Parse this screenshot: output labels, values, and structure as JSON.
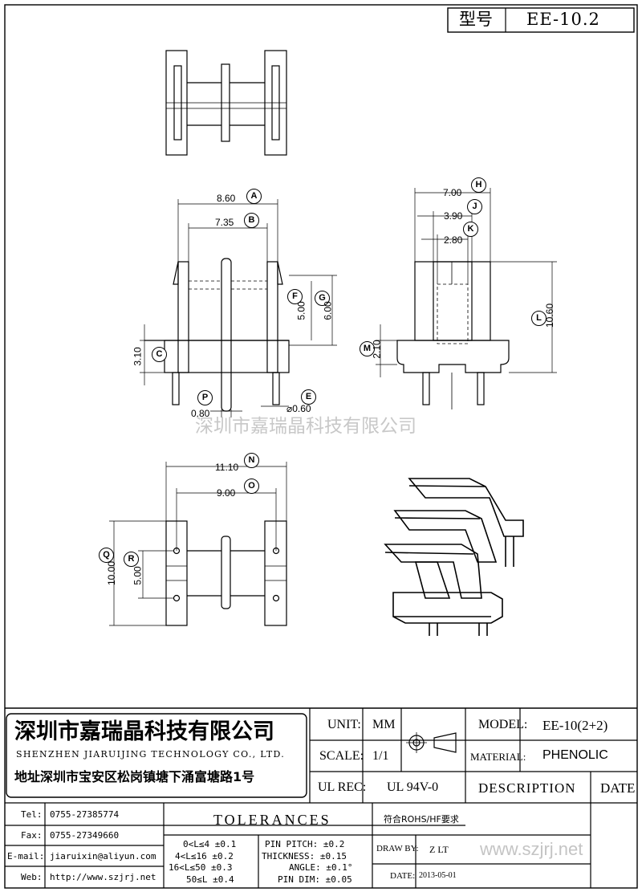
{
  "header": {
    "model_label": "型号",
    "model_value": "EE-10.2"
  },
  "watermark": "深圳市嘉瑞晶科技有限公司",
  "dims": {
    "A": {
      "letter": "A",
      "value": "8.60"
    },
    "B": {
      "letter": "B",
      "value": "7.35"
    },
    "C": {
      "letter": "C",
      "value": "3.10"
    },
    "E": {
      "letter": "E",
      "value": "⌀0.60"
    },
    "F": {
      "letter": "F",
      "value": "5.00"
    },
    "G": {
      "letter": "G",
      "value": "6.00"
    },
    "H": {
      "letter": "H",
      "value": "7.00"
    },
    "J": {
      "letter": "J",
      "value": "3.90"
    },
    "K": {
      "letter": "K",
      "value": "2.80"
    },
    "L": {
      "letter": "L",
      "value": "10.60"
    },
    "M": {
      "letter": "M",
      "value": "2.10"
    },
    "N": {
      "letter": "N",
      "value": "11.10"
    },
    "O": {
      "letter": "O",
      "value": "9.00"
    },
    "P": {
      "letter": "P",
      "value": "0.80"
    },
    "Q": {
      "letter": "Q",
      "value": "10.00"
    },
    "R": {
      "letter": "R",
      "value": "5.00"
    }
  },
  "company": {
    "name_cn": "深圳市嘉瑞晶科技有限公司",
    "name_en": "SHENZHEN JIARUIJING TECHNOLOGY CO., LTD.",
    "address": "地址深圳市宝安区松岗镇塘下涌富塘路1号"
  },
  "contacts": [
    {
      "label": "Tel:",
      "value": "0755-27385774"
    },
    {
      "label": "Fax:",
      "value": "0755-27349660"
    },
    {
      "label": "E-mail:",
      "value": "jiaruixin@aliyun.com"
    },
    {
      "label": "Web:",
      "value": "http://www.szjrj.net"
    }
  ],
  "title_block": {
    "unit_label": "UNIT:",
    "unit_value": "MM",
    "scale_label": "SCALE:",
    "scale_value": "1/1",
    "model_label": "MODEL:",
    "model_value": "EE-10(2+2)",
    "material_label": "MATERIAL:",
    "material_value": "PHENOLIC",
    "ulrec_label": "UL REC:",
    "ulrec_value": "UL 94V-0",
    "description_label": "DESCRIPTION",
    "date_col_label": "DATE",
    "tolerances_label": "TOLERANCES",
    "rohs": "符合ROHS/HF要求",
    "drawby_label": "DRAW BY:",
    "drawby_value": "Z LT",
    "date_label": "DATE:",
    "date_value": "2013-05-01",
    "website": "www.szjrj.net"
  },
  "tolerances": {
    "length": [
      "0<L≤4 ±0.1",
      "4<L≤16 ±0.2",
      "16<L≤50 ±0.3",
      "50≤L ±0.4"
    ],
    "other": [
      "PIN PITCH: ±0.2",
      "THICKNESS: ±0.15",
      "ANGLE: ±0.1°",
      "PIN DIM: ±0.05"
    ]
  }
}
